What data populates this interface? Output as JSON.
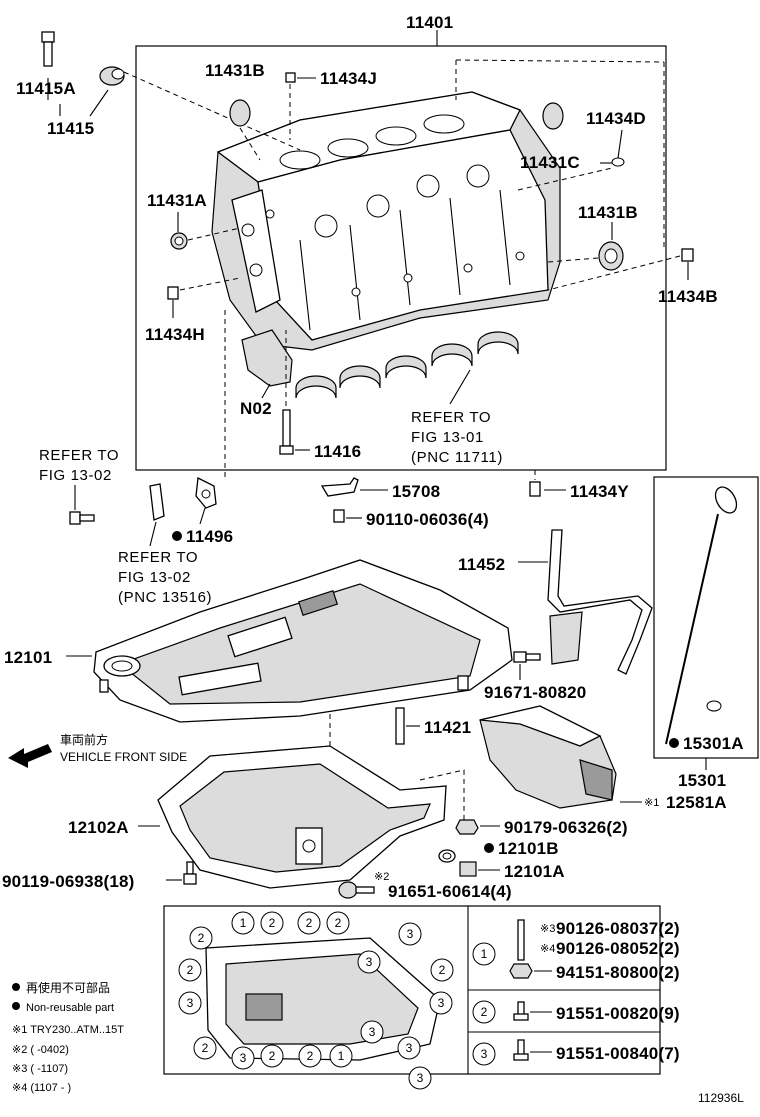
{
  "diagram_id": "112936L",
  "direction": {
    "jp": "車両前方",
    "en": "VEHICLE FRONT SIDE"
  },
  "parts": {
    "p11401": "11401",
    "p11415A": "11415A",
    "p11415": "11415",
    "p11431B_top": "11431B",
    "p11434J": "11434J",
    "p11434D": "11434D",
    "p11431C": "11431C",
    "p11431A": "11431A",
    "p11431B_right": "11431B",
    "p11434B": "11434B",
    "p11434H": "11434H",
    "pN02": "N02",
    "p11416": "11416",
    "p11434Y": "11434Y",
    "p15708": "15708",
    "p90110": "90110-06036(4)",
    "p11496": "11496",
    "p11452": "11452",
    "p12101": "12101",
    "p91671": "91671-80820",
    "p11421": "11421",
    "p15301A": "15301A",
    "p15301": "15301",
    "p12581A": "12581A",
    "p12102A": "12102A",
    "p90179": "90179-06326(2)",
    "p12101B": "12101B",
    "p12101A": "12101A",
    "p90119": "90119-06938(18)",
    "p91651": "91651-60614(4)",
    "b_90126_1": "90126-08037(2)",
    "b_90126_2": "90126-08052(2)",
    "b_94151": "94151-80800(2)",
    "b_91551_1": "91551-00820(9)",
    "b_91551_2": "91551-00840(7)"
  },
  "marks": {
    "m1": "※1",
    "m2": "※2",
    "m3": "※3",
    "m4": "※4"
  },
  "refs": {
    "ref1301": [
      "REFER TO",
      "FIG 13-01",
      "(PNC 11711)"
    ],
    "ref1302a": [
      "REFER TO",
      "FIG 13-02"
    ],
    "ref1302b": [
      "REFER TO",
      "FIG 13-02",
      "(PNC 13516)"
    ]
  },
  "legend": {
    "reuse_jp": "再使用不可部品",
    "reuse_en": "Non-reusable part",
    "n1": "※1 TRY230..ATM..15T",
    "n2": "※2 (          -0402)",
    "n3": "※3 (          -1107)",
    "n4": "※4 (1107 -          )"
  },
  "bolt_keys": [
    "1",
    "2",
    "3"
  ],
  "pan_circles": [
    "1",
    "2",
    "2",
    "2",
    "3",
    "3",
    "2",
    "2",
    "2",
    "3",
    "3",
    "2",
    "3",
    "3",
    "3",
    "3",
    "2",
    "2",
    "1"
  ]
}
